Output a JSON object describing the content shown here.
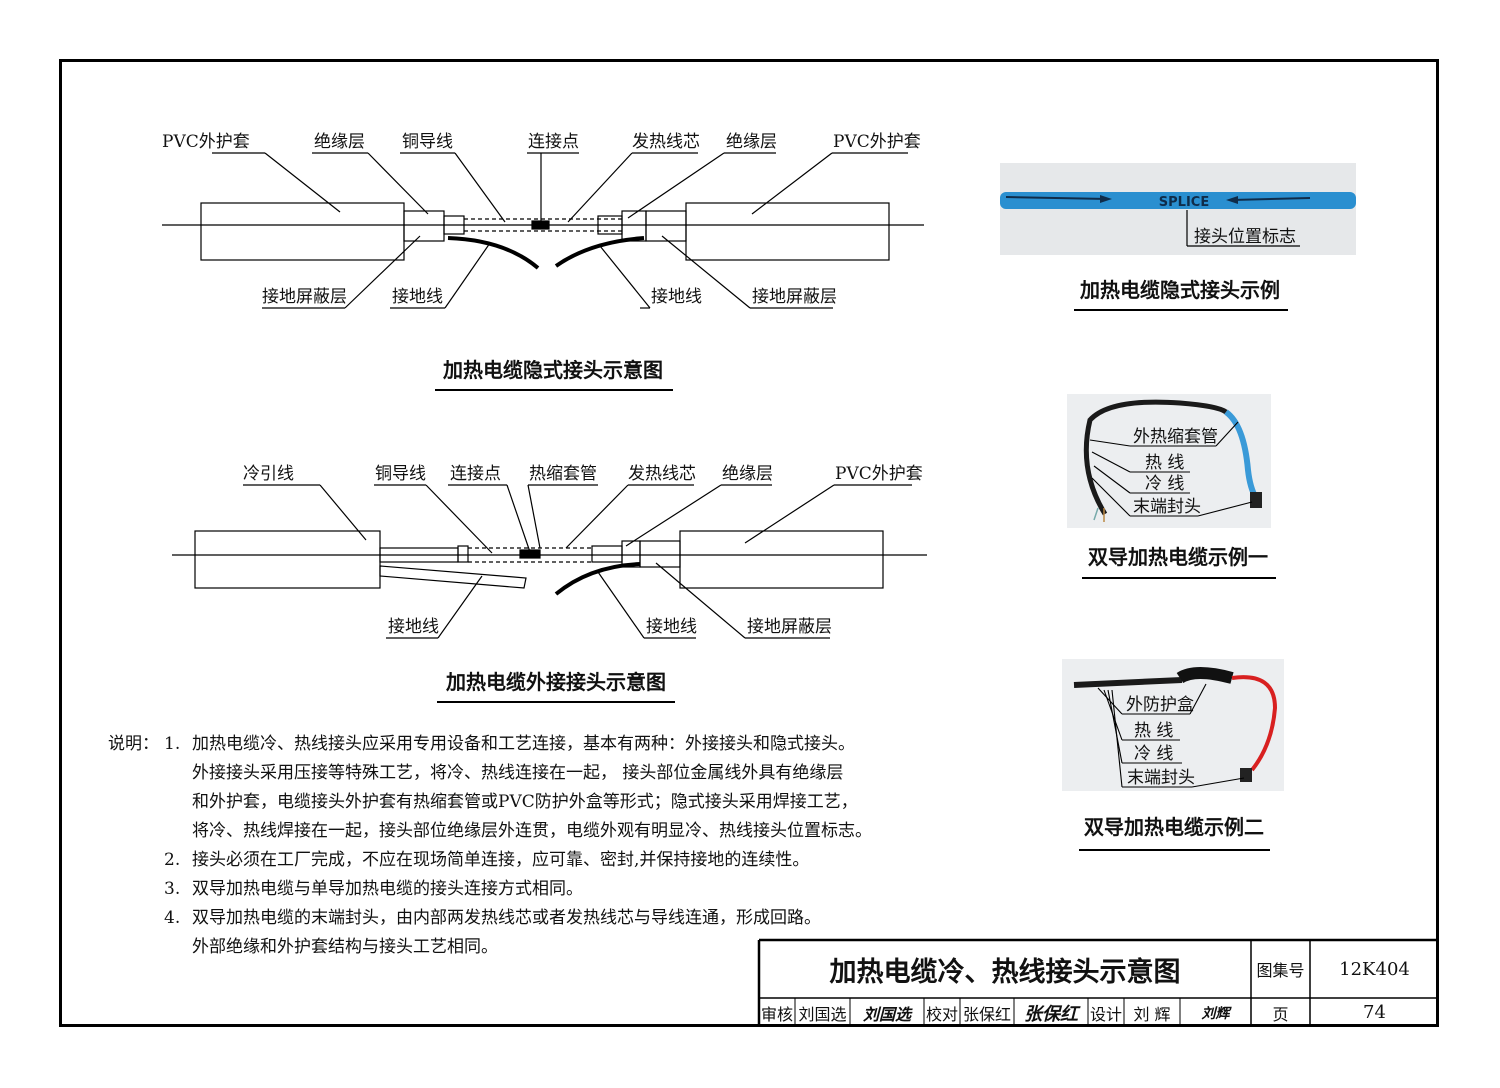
{
  "diagram1": {
    "caption": "加热电缆隐式接头示意图",
    "top_labels": [
      "PVC外护套",
      "绝缘层",
      "铜导线",
      "连接点",
      "发热线芯",
      "绝缘层",
      "PVC外护套"
    ],
    "bottom_labels": [
      "接地屏蔽层",
      "接地线",
      "接地线",
      "接地屏蔽层"
    ]
  },
  "diagram2": {
    "caption": "加热电缆外接接头示意图",
    "top_labels": [
      "冷引线",
      "铜导线",
      "连接点",
      "热缩套管",
      "发热线芯",
      "绝缘层",
      "PVC外护套"
    ],
    "bottom_labels": [
      "接地线",
      "接地线",
      "接地屏蔽层"
    ]
  },
  "photo1": {
    "caption": "加热电缆隐式接头示例",
    "cable_text": "SPLICE",
    "callout": "接头位置标志",
    "colors": {
      "cable": "#2a8fd0",
      "background": "#e6e8ea"
    }
  },
  "photo2": {
    "caption": "双导加热电缆示例一",
    "callouts": [
      "外热缩套管",
      "热 线",
      "冷 线",
      "末端封头"
    ],
    "colors": {
      "cold": "#1a1a1a",
      "hot": "#3a9ad8"
    }
  },
  "photo3": {
    "caption": "双导加热电缆示例二",
    "callouts": [
      "外防护盒",
      "热 线",
      "冷 线",
      "末端封头"
    ],
    "colors": {
      "cold": "#1a1a1a",
      "hot": "#d82020"
    }
  },
  "notes": {
    "lead": "说明：",
    "items": [
      {
        "num": "1.",
        "lines": [
          "加热电缆冷、热线接头应采用专用设备和工艺连接，基本有两种：外接接头和隐式接头。",
          "外接接头采用压接等特殊工艺，将冷、热线连接在一起， 接头部位金属线外具有绝缘层",
          "和外护套，电缆接头外护套有热缩套管或PVC防护外盒等形式；隐式接头采用焊接工艺，",
          "将冷、热线焊接在一起，接头部位绝缘层外连贯，电缆外观有明显冷、热线接头位置标志。"
        ]
      },
      {
        "num": "2.",
        "lines": [
          "接头必须在工厂完成，不应在现场简单连接，应可靠、密封,并保持接地的连续性。"
        ]
      },
      {
        "num": "3.",
        "lines": [
          "双导加热电缆与单导加热电缆的接头连接方式相同。"
        ]
      },
      {
        "num": "4.",
        "lines": [
          "双导加热电缆的末端封头，由内部两发热线芯或者发热线芯与导线连通，形成回路。",
          "外部绝缘和外护套结构与接头工艺相同。"
        ]
      }
    ]
  },
  "title_block": {
    "title": "加热电缆冷、热线接头示意图",
    "atlas_label": "图集号",
    "atlas_no": "12K404",
    "review_label": "审核",
    "reviewer": "刘国选",
    "reviewer_sig": "刘国选",
    "check_label": "校对",
    "checker": "张保红",
    "checker_sig": "张保红",
    "design_label": "设计",
    "designer": "刘 辉",
    "designer_sig": "刘辉",
    "page_label": "页",
    "page_no": "74"
  }
}
